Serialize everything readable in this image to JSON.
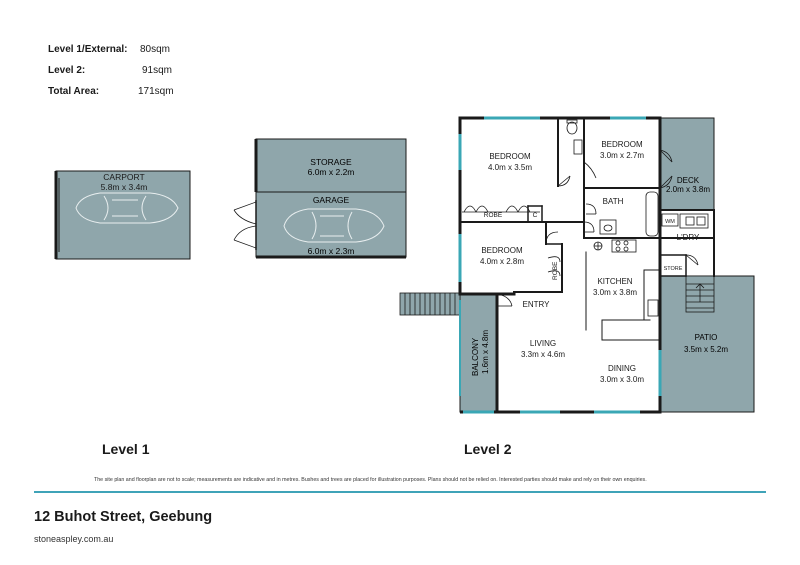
{
  "areas": [
    {
      "label": "Level 1/External:",
      "value": "80sqm"
    },
    {
      "label": "Level 2:",
      "value": "91sqm"
    },
    {
      "label": "Total Area:",
      "value": "171sqm"
    }
  ],
  "level1": {
    "title": "Level 1",
    "carport": {
      "name": "CARPORT",
      "size": "5.8m x 3.4m"
    },
    "storage": {
      "name": "STORAGE",
      "size": "6.0m x 2.2m"
    },
    "garage": {
      "name": "GARAGE",
      "size": "6.0m x 2.3m"
    }
  },
  "level2": {
    "title": "Level 2",
    "bedroom1": {
      "name": "BEDROOM",
      "size": "4.0m x 3.5m"
    },
    "bedroom2": {
      "name": "BEDROOM",
      "size": "3.0m x 2.7m"
    },
    "bedroom3": {
      "name": "BEDROOM",
      "size": "4.0m x 2.8m"
    },
    "deck": {
      "name": "DECK",
      "size": "2.0m x 3.8m"
    },
    "bath": "BATH",
    "robe1": "ROBE",
    "robe2": "ROBE",
    "cupboard": "C",
    "laundry": "L'DRY",
    "washer": "WM",
    "store": "STORE",
    "kitchen": {
      "name": "KITCHEN",
      "size": "3.0m x 3.8m"
    },
    "entry": "ENTRY",
    "living": {
      "name": "LIVING",
      "size": "3.3m x 4.6m"
    },
    "dining": {
      "name": "DINING",
      "size": "3.0m x 3.0m"
    },
    "balcony": {
      "name": "BALCONY",
      "size": "1.6m x 4.8m"
    },
    "patio": {
      "name": "PATIO",
      "size": "3.5m x 5.2m"
    }
  },
  "disclaimer": "The site plan and floorplan are not to scale; measurements are indicative and in metres. Bushes and trees are placed for illustration purposes. Plans should not be relied on. Interested parties should make and rely on their own enquiries.",
  "address": "12 Buhot Street, Geebung",
  "website": "stoneaspley.com.au",
  "colors": {
    "room_fill": "#8fa6ab",
    "wall": "#1a1a1a",
    "window": "#3aa7b5",
    "accent_rule": "#3fa3b8"
  }
}
